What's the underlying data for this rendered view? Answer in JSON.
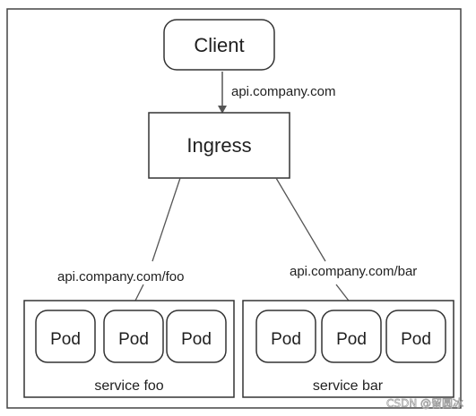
{
  "client": {
    "label": "Client"
  },
  "ingress": {
    "label": "Ingress"
  },
  "edges": {
    "client_to_ingress": "api.company.com",
    "to_foo": "api.company.com/foo",
    "to_bar": "api.company.com/bar"
  },
  "services": [
    {
      "name": "service foo",
      "pods": [
        "Pod",
        "Pod",
        "Pod"
      ]
    },
    {
      "name": "service bar",
      "pods": [
        "Pod",
        "Pod",
        "Pod"
      ]
    }
  ],
  "watermark": "CSDN @留圆冰"
}
